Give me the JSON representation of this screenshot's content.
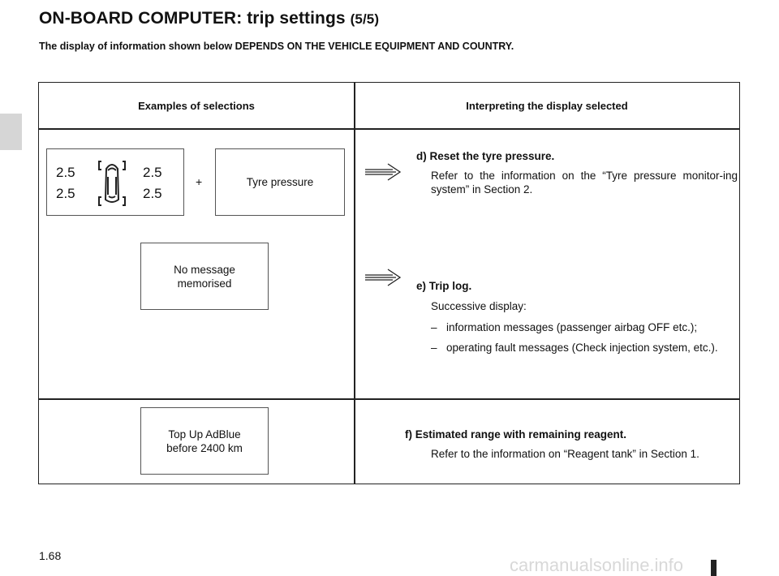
{
  "page": {
    "title": "ON-BOARD COMPUTER: trip settings",
    "title_part": "(5/5)",
    "subtitle": "The display of information shown below DEPENDS ON THE VEHICLE EQUIPMENT AND COUNTRY.",
    "page_number": "1.68",
    "watermark": "carmanualsonline.info"
  },
  "table": {
    "header_left": "Examples of selections",
    "header_right": "Interpreting the display selected",
    "tyre_display": {
      "front_left": "2.5",
      "front_right": "2.5",
      "rear_left": "2.5",
      "rear_right": "2.5"
    },
    "plus": "+",
    "tyre_pressure_label": "Tyre pressure",
    "no_message_line1": "No message",
    "no_message_line2": "memorised",
    "adblue_line1": "Top Up AdBlue",
    "adblue_line2": "before 2400 km",
    "item_d": {
      "title": "d) Reset the tyre pressure.",
      "body": "Refer to the information on the “Tyre pressure monitor-ing system” in Section 2."
    },
    "item_e": {
      "title": "e) Trip log.",
      "intro": "Successive display:",
      "bullet1": "information messages (passenger airbag OFF etc.);",
      "bullet2": "operating fault messages (Check injection system, etc.).",
      "dash": "–"
    },
    "item_f": {
      "title": "f)  Estimated range with remaining reagent.",
      "body": "Refer to the information on “Reagent tank” in Section 1."
    }
  }
}
